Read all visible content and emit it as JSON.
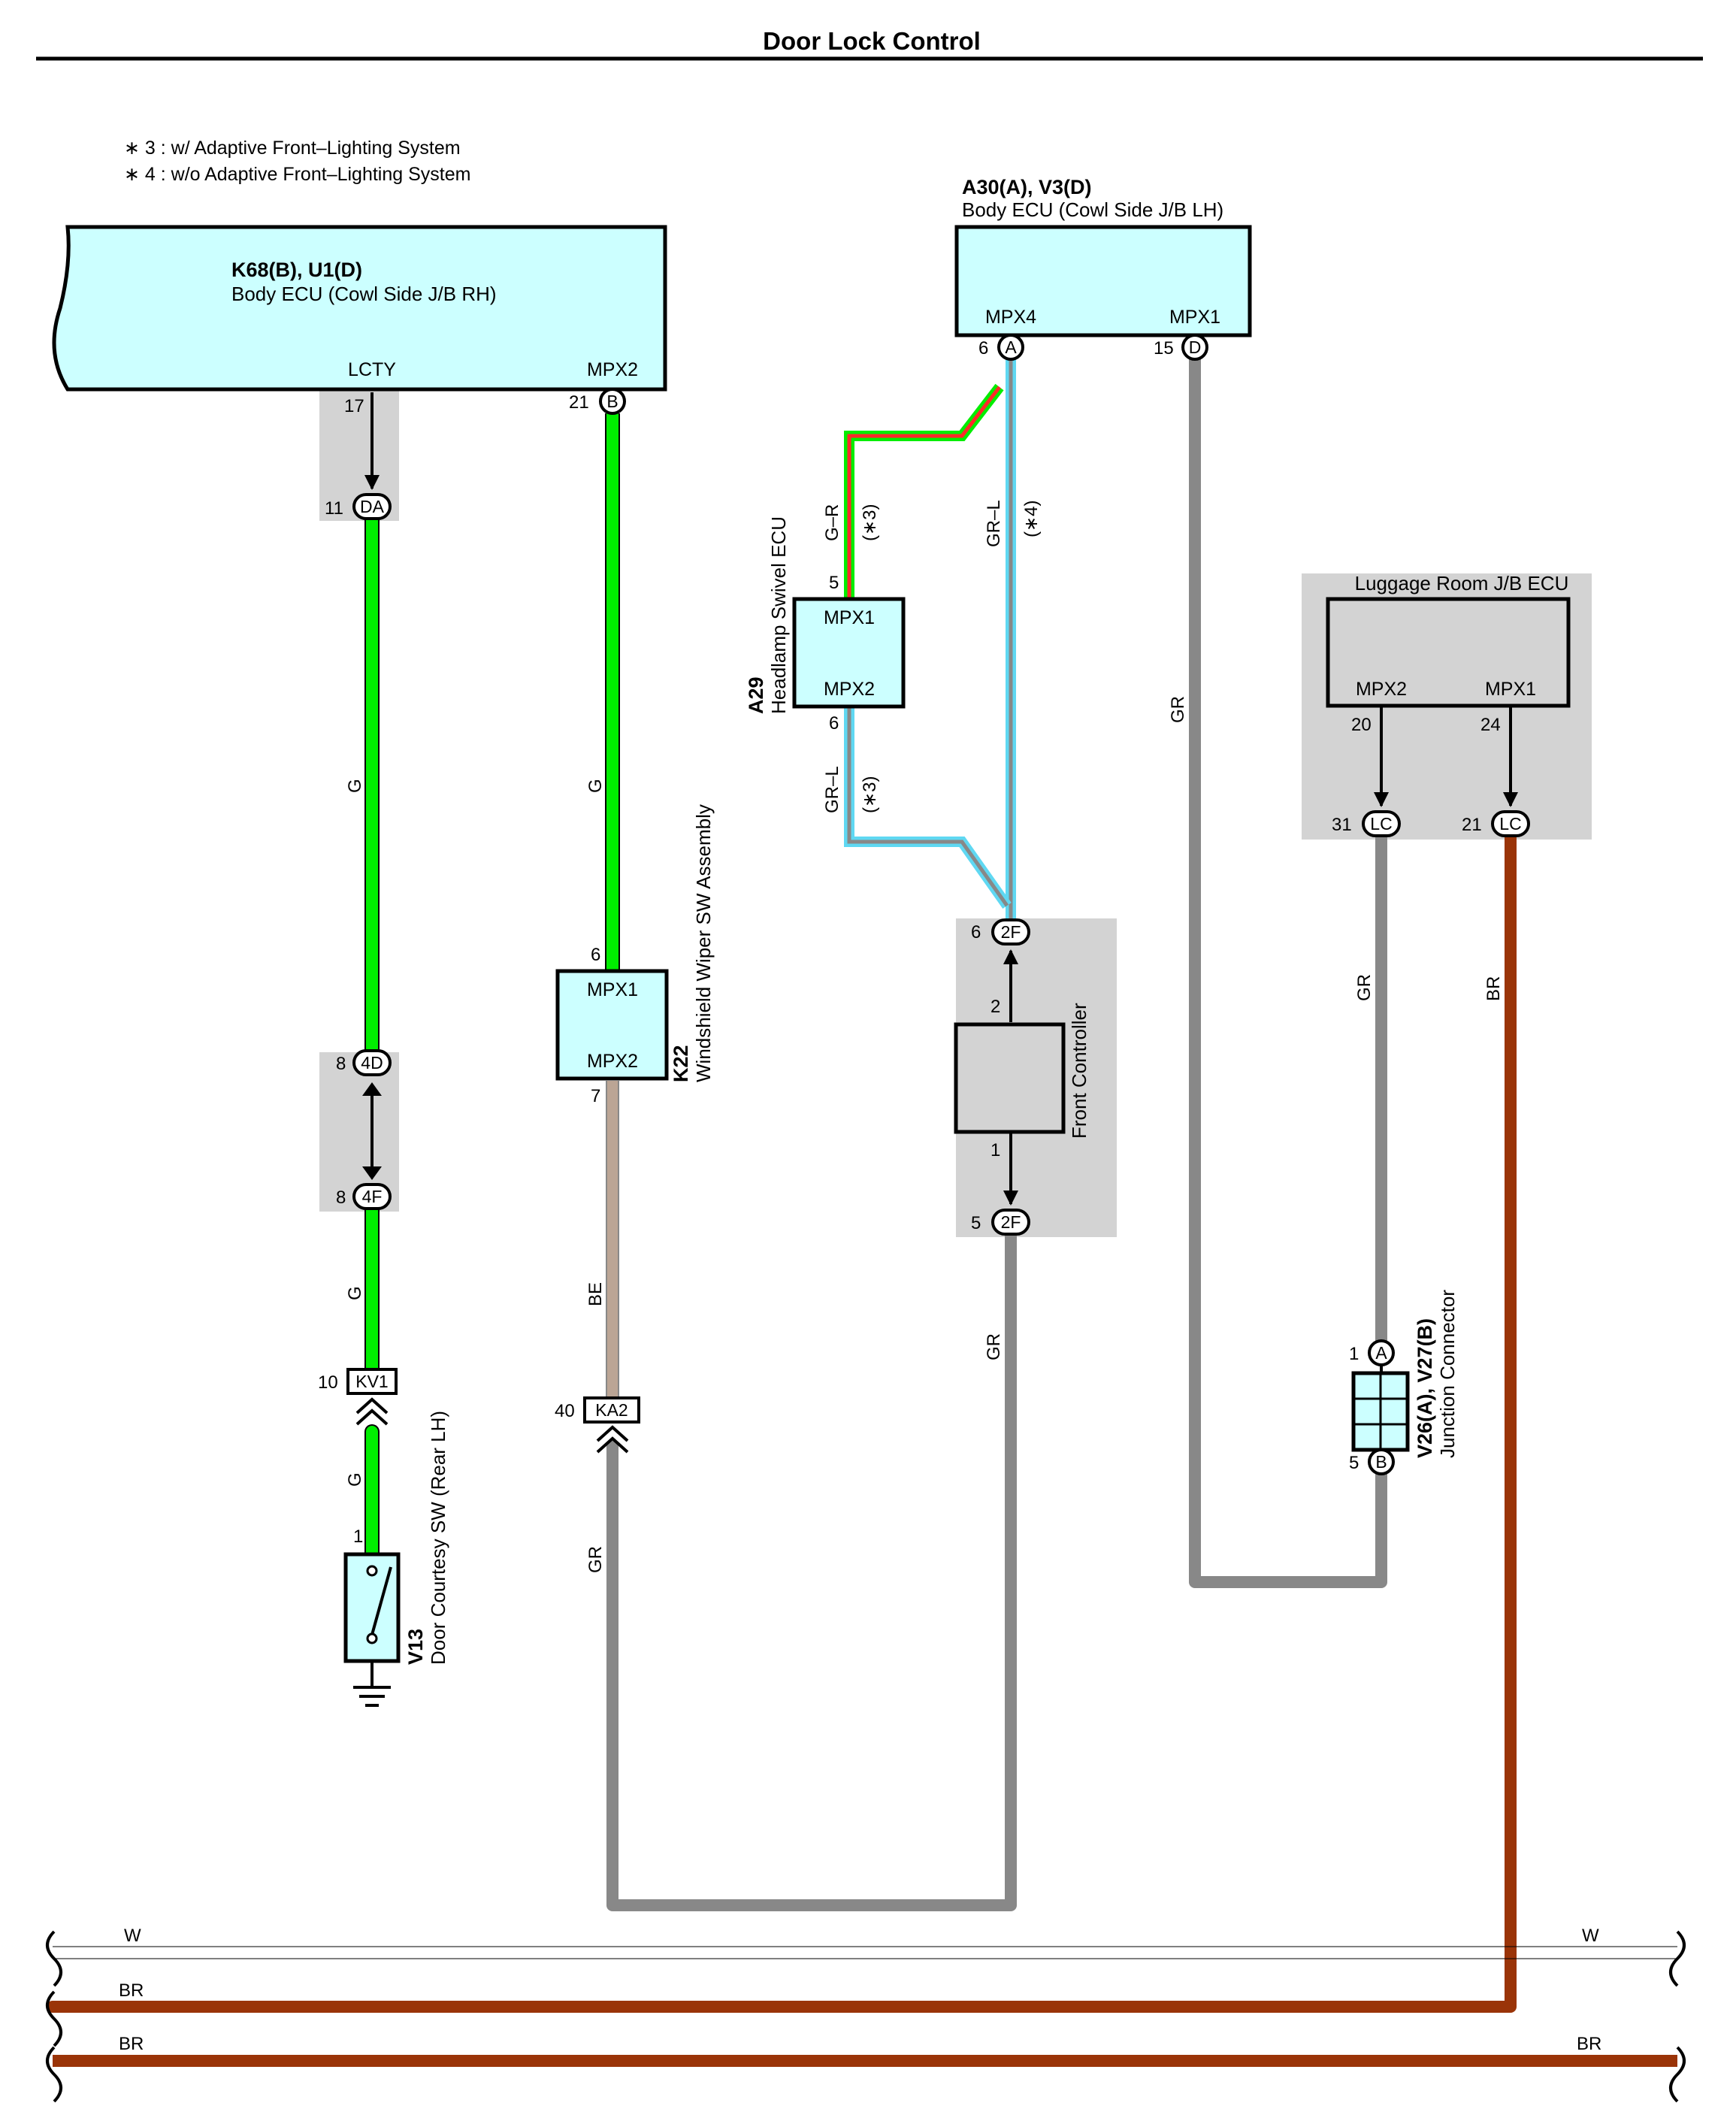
{
  "title": "Door Lock Control",
  "notes": [
    "∗ 3 : w/ Adaptive Front–Lighting System",
    "∗ 4 : w/o Adaptive Front–Lighting System"
  ],
  "components": {
    "body_ecu_rh": {
      "code": "K68(B), U1(D)",
      "name": "Body ECU (Cowl Side J/B RH)",
      "pin_lcty": "LCTY",
      "pin_mpx2": "MPX2"
    },
    "body_ecu_lh": {
      "code": "A30(A), V3(D)",
      "name": "Body ECU (Cowl Side J/B LH)",
      "pin_mpx4": "MPX4",
      "pin_mpx1": "MPX1"
    },
    "headlamp_swivel": {
      "code": "A29",
      "name": "Headlamp Swivel ECU",
      "pin_mpx1": "MPX1",
      "pin_mpx2": "MPX2"
    },
    "wiper_sw": {
      "code": "K22",
      "name": "Windshield Wiper SW Assembly",
      "pin_mpx1": "MPX1",
      "pin_mpx2": "MPX2"
    },
    "front_controller": {
      "name": "Front Controller"
    },
    "luggage_ecu": {
      "name": "Luggage Room J/B ECU",
      "pin_mpx2": "MPX2",
      "pin_mpx1": "MPX1"
    },
    "junction_connector": {
      "code": "V26(A), V27(B)",
      "name": "Junction Connector"
    },
    "courtesy_sw": {
      "code": "V13",
      "name": "Door Courtesy SW (Rear LH)"
    }
  },
  "pins": {
    "lcty": "17",
    "da": "11",
    "mpx2_rh": "21",
    "d4": "8",
    "f4": "8",
    "kv1": "10",
    "sw1": "1",
    "wiper_in": "6",
    "wiper_out": "7",
    "ka2": "40",
    "lh_mpx4": "6",
    "lh_mpx1": "15",
    "hl_in": "5",
    "hl_out": "6",
    "fc_top": "6",
    "fc_2": "2",
    "fc_1": "1",
    "fc_bot": "5",
    "lug_mpx2": "20",
    "lug_mpx1": "24",
    "lc_left": "31",
    "lc_right": "21",
    "jc_a": "1",
    "jc_b": "5"
  },
  "connectors": {
    "da": "DA",
    "b_rh": "B",
    "d4": "4D",
    "f4": "4F",
    "kv1": "KV1",
    "ka2": "KA2",
    "a_lh": "A",
    "d_lh": "D",
    "f2_top": "2F",
    "f2_bot": "2F",
    "lc_left": "LC",
    "lc_right": "LC",
    "jc_a": "A",
    "jc_b": "B"
  },
  "wires": {
    "g1": "G",
    "g2": "G",
    "g3": "G",
    "g_wiper": "G",
    "be": "BE",
    "gr_ka2": "GR",
    "gr_r": "G–R",
    "note3a": "(∗3)",
    "gr_l_top": "GR–L",
    "note4": "(∗4)",
    "gr_l_hl": "GR–L",
    "note3b": "(∗3)",
    "gr_fc": "GR",
    "gr_d": "GR",
    "gr_lc": "GR",
    "br_lc": "BR"
  },
  "buses": {
    "w_left": "W",
    "w_right": "W",
    "br1_left": "BR",
    "br2_left": "BR",
    "br2_right": "BR"
  },
  "colors": {
    "green": "#00ee00",
    "gray": "#888888",
    "beige": "#bba595",
    "brown": "#9a3408",
    "red": "#ff2a2a",
    "cyan": "#5fd8f2",
    "component_fill": "#ccffff",
    "shade": "#d3d3d3"
  }
}
